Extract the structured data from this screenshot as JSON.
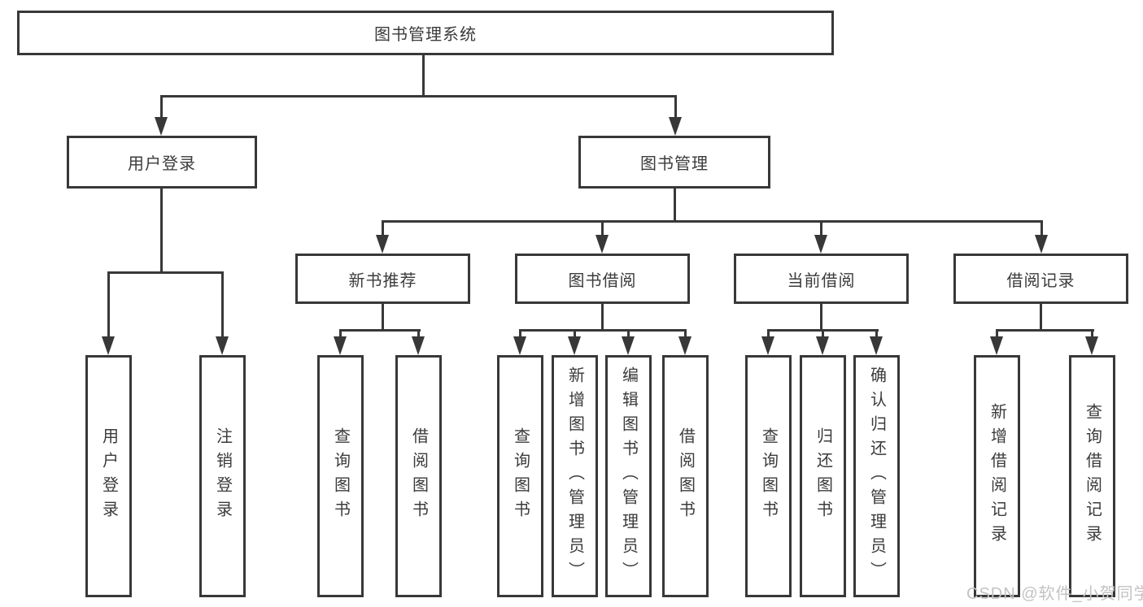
{
  "title": "图书管理系统",
  "nodes": {
    "root": "图书管理系统",
    "user_login": "用户登录",
    "book_mgmt": "图书管理",
    "new_book_rec": "新书推荐",
    "book_borrow": "图书借阅",
    "current_borrow": "当前借阅",
    "borrow_records": "借阅记录",
    "leaf_user_login": "用户登录",
    "leaf_logout": "注销登录",
    "leaf_nb_query": "查询图书",
    "leaf_nb_borrow": "借阅图书",
    "leaf_bb_query": "查询图书",
    "leaf_bb_add": "新增图书（管理员）",
    "leaf_bb_edit": "编辑图书（管理员）",
    "leaf_bb_borrow": "借阅图书",
    "leaf_cb_query": "查询图书",
    "leaf_cb_return": "归还图书",
    "leaf_cb_confirm": "确认归还（管理员）",
    "leaf_br_add": "新增借阅记录",
    "leaf_br_query": "查询借阅记录"
  },
  "watermark": "CSDN @软件_小贺同学",
  "colors": {
    "line": "#383838",
    "text": "#3b3b3b",
    "watermark": "#c3c3c3",
    "bg": "#ffffff"
  }
}
